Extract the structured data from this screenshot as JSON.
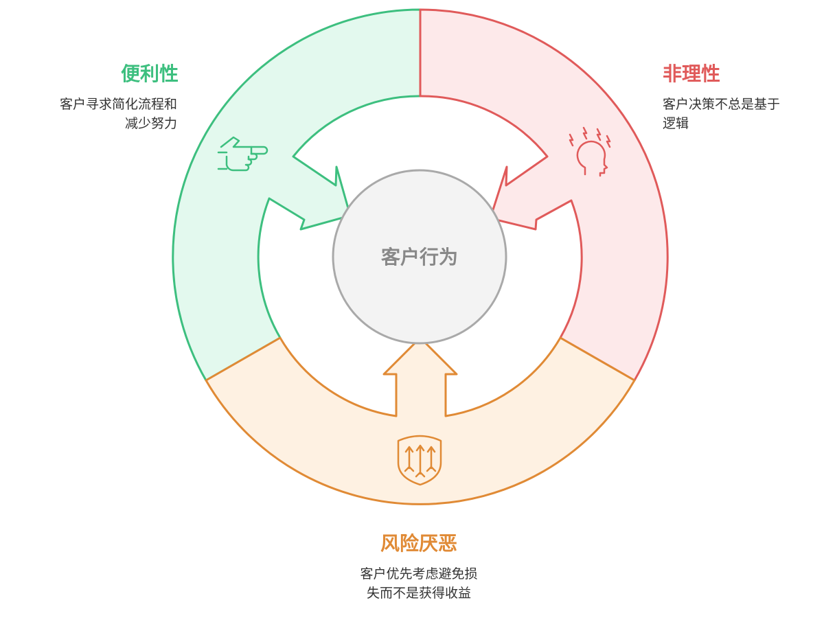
{
  "center": {
    "label": "客户行为",
    "color": "#888888"
  },
  "segments": {
    "convenience": {
      "title": "便利性",
      "desc": [
        "客户寻求简化流程和",
        "减少努力"
      ],
      "icon": "pointing-hand-icon",
      "color": "#3dbf7f"
    },
    "irrationality": {
      "title": "非理性",
      "desc": [
        "客户决策不总是基于",
        "逻辑"
      ],
      "icon": "stressed-head-icon",
      "color": "#e05a5a"
    },
    "risk_aversion": {
      "title": "风险厌恶",
      "desc": [
        "客户优先考虑避免损",
        "失而不是获得收益"
      ],
      "icon": "shield-arrows-icon",
      "color": "#e08a35"
    }
  }
}
